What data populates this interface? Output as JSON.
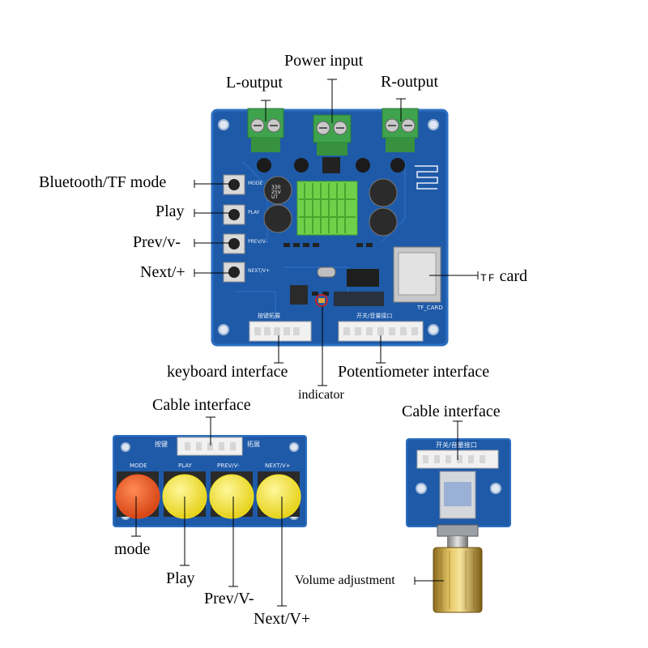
{
  "main_board": {
    "labels": {
      "power_input": "Power input",
      "l_output": "L-output",
      "r_output": "R-output",
      "bluetooth_tf_mode": "Bluetooth/TF mode",
      "play": "Play",
      "prev": "Prev/v-",
      "next": "Next/+",
      "tf_card_prefix": "TF",
      "tf_card_suffix": "card",
      "keyboard_interface": "keyboard interface",
      "potentiometer_interface": "Potentiometer interface",
      "indicator": "indicator"
    },
    "silkscreen": {
      "keypad_expansion": "按键拓展",
      "switch_volume_interface": "开关/音量接口",
      "tf_card": "TF_CARD",
      "cap_text": "330 25V UT",
      "mode": "MODE",
      "play": "PLAY",
      "prev": "PREV/V-",
      "next": "NEXT/V+"
    }
  },
  "keypad_board": {
    "labels": {
      "cable_interface": "Cable interface",
      "mode": "mode",
      "play": "Play",
      "prev": "Prev/V-",
      "next": "Next/V+"
    },
    "silkscreen": {
      "left": "按键",
      "right": "拓展",
      "mode": "MODE",
      "play": "PLAY",
      "prev": "PREV/V-",
      "next": "NEXT/V+"
    },
    "button_colors": [
      "#e8501e",
      "#f2e21c",
      "#f2e21c",
      "#f2e21c"
    ]
  },
  "pot_board": {
    "labels": {
      "cable_interface": "Cable interface",
      "volume_adjustment": "Volume adjustment"
    },
    "silkscreen": {
      "top": "开关/音量接口"
    }
  },
  "colors": {
    "pcb_blue": "#1e5aa8",
    "pcb_edge": "#2d6fc2",
    "terminal_green": "#3fa34d",
    "heatsink_green": "#6fd14a",
    "leader_line": "#000000",
    "indicator_circle": "#d42020"
  }
}
